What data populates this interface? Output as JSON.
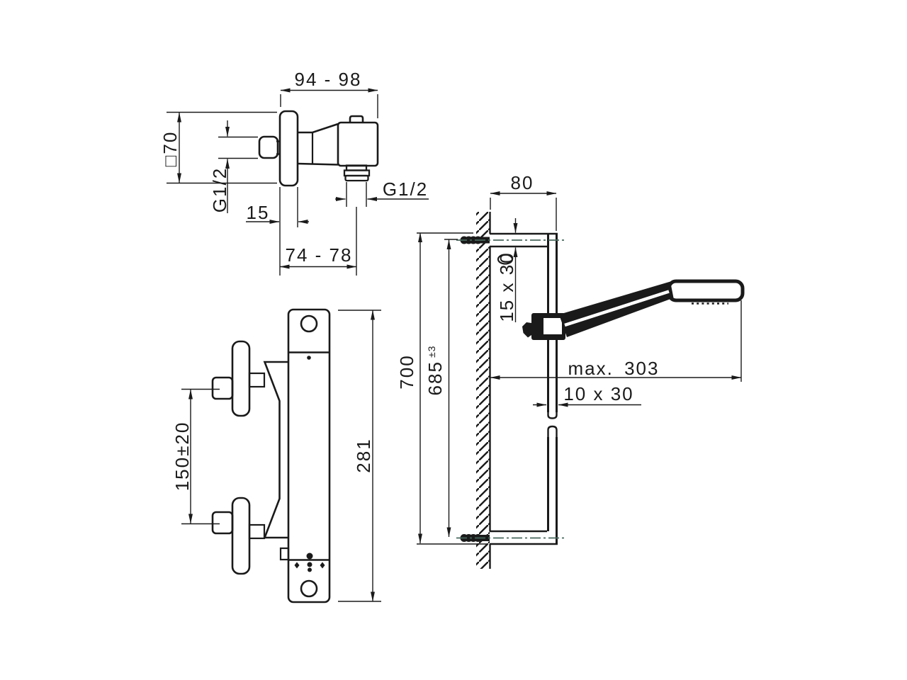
{
  "front_view": {
    "width_range": "94 - 98",
    "wall_plate_size": "□70",
    "side_connection_thread": "G1/2",
    "wall_plate_depth": "15",
    "outlet_depth_range": "74 - 78",
    "outlet_thread": "G1/2"
  },
  "side_view": {
    "connection_spacing": "150±20",
    "overall_height": "281"
  },
  "rail_view": {
    "bracket_depth": "80",
    "bracket_profile": "15 x 30",
    "overall_height": "700",
    "fixing_centers": "685",
    "fixing_tolerance": "±3",
    "max_reach": "max. 303",
    "rail_profile": "10 x 30"
  },
  "colors": {
    "line": "#1a1a1a",
    "centerline": "#47685c",
    "background": "#ffffff"
  }
}
